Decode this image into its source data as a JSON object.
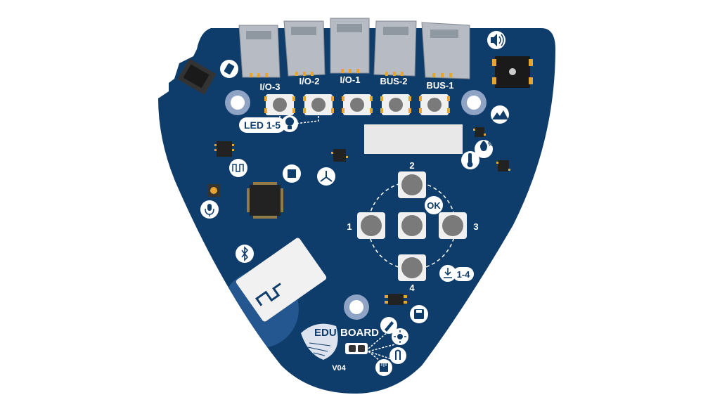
{
  "board": {
    "name_left": "EDU",
    "name_right": "BOARD",
    "version": "V04",
    "board_color": "#0f3d6b",
    "accent_color": "#e6a532"
  },
  "connectors": [
    {
      "label": "I/O-3"
    },
    {
      "label": "I/O-2"
    },
    {
      "label": "I/O-1"
    },
    {
      "label": "BUS-2"
    },
    {
      "label": "BUS-1"
    }
  ],
  "leds": {
    "label": "LED 1-5",
    "icon": "lightbulb-icon"
  },
  "buttons": {
    "ok_label": "OK",
    "up_label": "2",
    "left_label": "1",
    "right_label": "3",
    "down_label": "4",
    "range_label": "1-4"
  },
  "icons": [
    "usb-icon",
    "speaker-icon",
    "landscape-icon",
    "humidity-icon",
    "thermometer-icon",
    "square-wave-icon",
    "chip-icon",
    "gyro-icon",
    "microphone-icon",
    "bluetooth-icon",
    "save-icon",
    "pen-icon",
    "light-sensor-icon",
    "touch-icon",
    "ruler-icon",
    "button-press-icon"
  ]
}
